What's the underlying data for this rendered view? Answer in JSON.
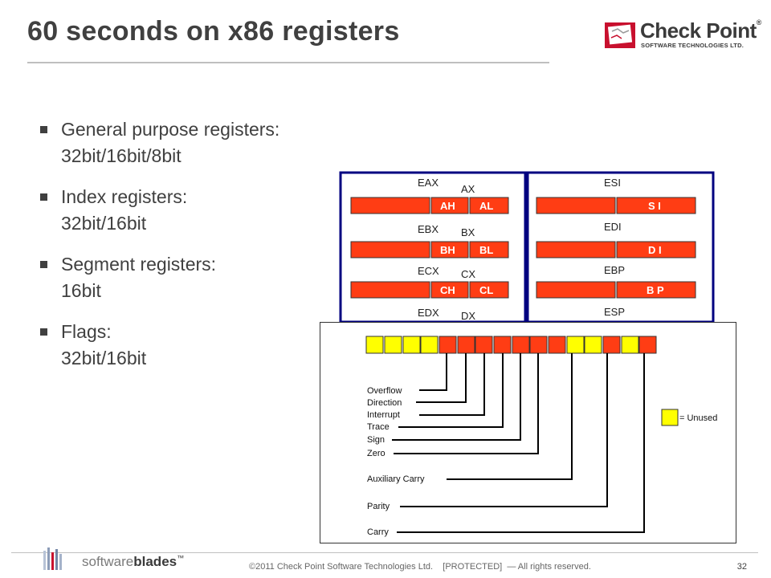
{
  "slide": {
    "title": "60 seconds on x86 registers",
    "bullets": [
      {
        "line1": "General purpose registers:",
        "line2": "32bit/16bit/8bit"
      },
      {
        "line1": "Index registers:",
        "line2": "32bit/16bit"
      },
      {
        "line1": "Segment registers:",
        "line2": "16bit"
      },
      {
        "line1": "Flags:",
        "line2": "32bit/16bit"
      }
    ]
  },
  "brand": {
    "name": "Check Point",
    "tagline": "SOFTWARE TECHNOLOGIES LTD.",
    "registered": "®",
    "footer_logo_left": "software",
    "footer_logo_right": "blades",
    "footer_logo_tm": "™",
    "red": "#c8102e"
  },
  "registers": {
    "general": [
      {
        "ext": "EAX",
        "word": "AX",
        "high": "AH",
        "low": "AL"
      },
      {
        "ext": "EBX",
        "word": "BX",
        "high": "BH",
        "low": "BL"
      },
      {
        "ext": "ECX",
        "word": "CX",
        "high": "CH",
        "low": "CL"
      },
      {
        "ext": "EDX",
        "word": "DX"
      }
    ],
    "index": [
      {
        "ext": "ESI",
        "word": "S I"
      },
      {
        "ext": "EDI",
        "word": "D I"
      },
      {
        "ext": "EBP",
        "word": "B P"
      },
      {
        "ext": "ESP"
      }
    ],
    "colors": {
      "register": "#ff3d14",
      "frame": "#000080",
      "unused": "#ffff00"
    }
  },
  "flags": {
    "labels": [
      "Overflow",
      "Direction",
      "Interrupt",
      "Trace",
      "Sign",
      "Zero",
      "Auxiliary Carry",
      "Parity",
      "Carry"
    ],
    "legend": "= Unused"
  },
  "footer": {
    "copyright": "©2011 Check Point Software Technologies Ltd.    [PROTECTED]  — All rights reserved.",
    "page": "32"
  }
}
